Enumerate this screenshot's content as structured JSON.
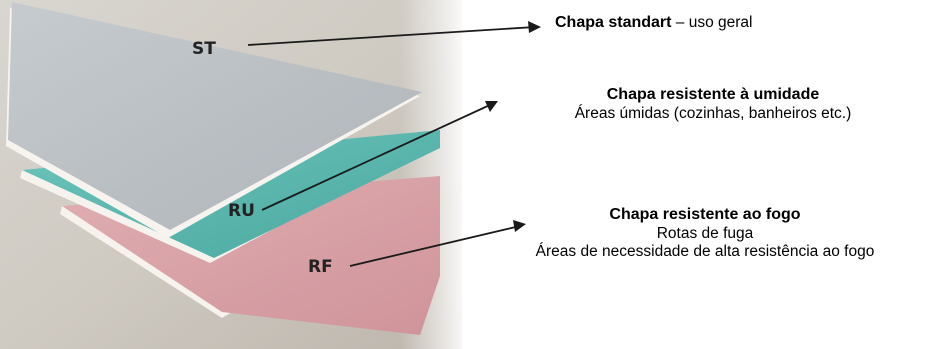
{
  "boards": {
    "st": {
      "code": "ST",
      "color": "#b9bec3"
    },
    "ru": {
      "code": "RU",
      "color": "#59b8ae"
    },
    "rf": {
      "code": "RF",
      "color": "#d9a2a6"
    }
  },
  "captions": {
    "standard": {
      "title": "Chapa standart",
      "separator": " – ",
      "desc": "uso geral"
    },
    "moisture": {
      "title": "Chapa resistente à umidade",
      "desc": "Áreas úmidas (cozinhas, banheiros etc.)"
    },
    "fire": {
      "title": "Chapa resistente ao fogo",
      "desc1": "Rotas de fuga",
      "desc2": "Áreas de necessidade de alta resistência ao fogo"
    }
  }
}
